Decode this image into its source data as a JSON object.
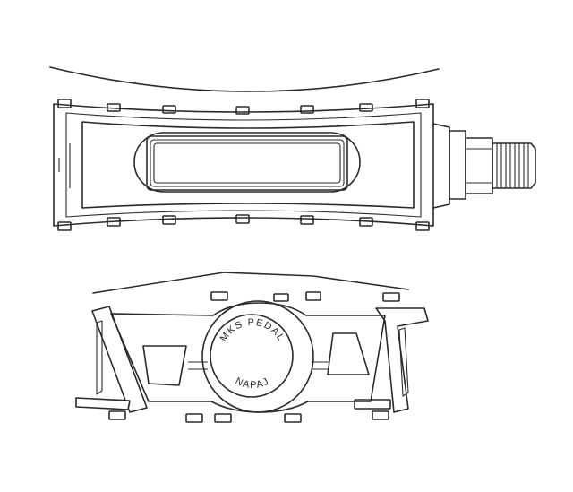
{
  "figure": {
    "background": "#ffffff",
    "line_color": "#2b2b2b",
    "views": [
      "top-view",
      "side-view"
    ],
    "stamp": {
      "upper_text": "MKS PEDAL",
      "lower_text": "NAPAJ"
    }
  }
}
